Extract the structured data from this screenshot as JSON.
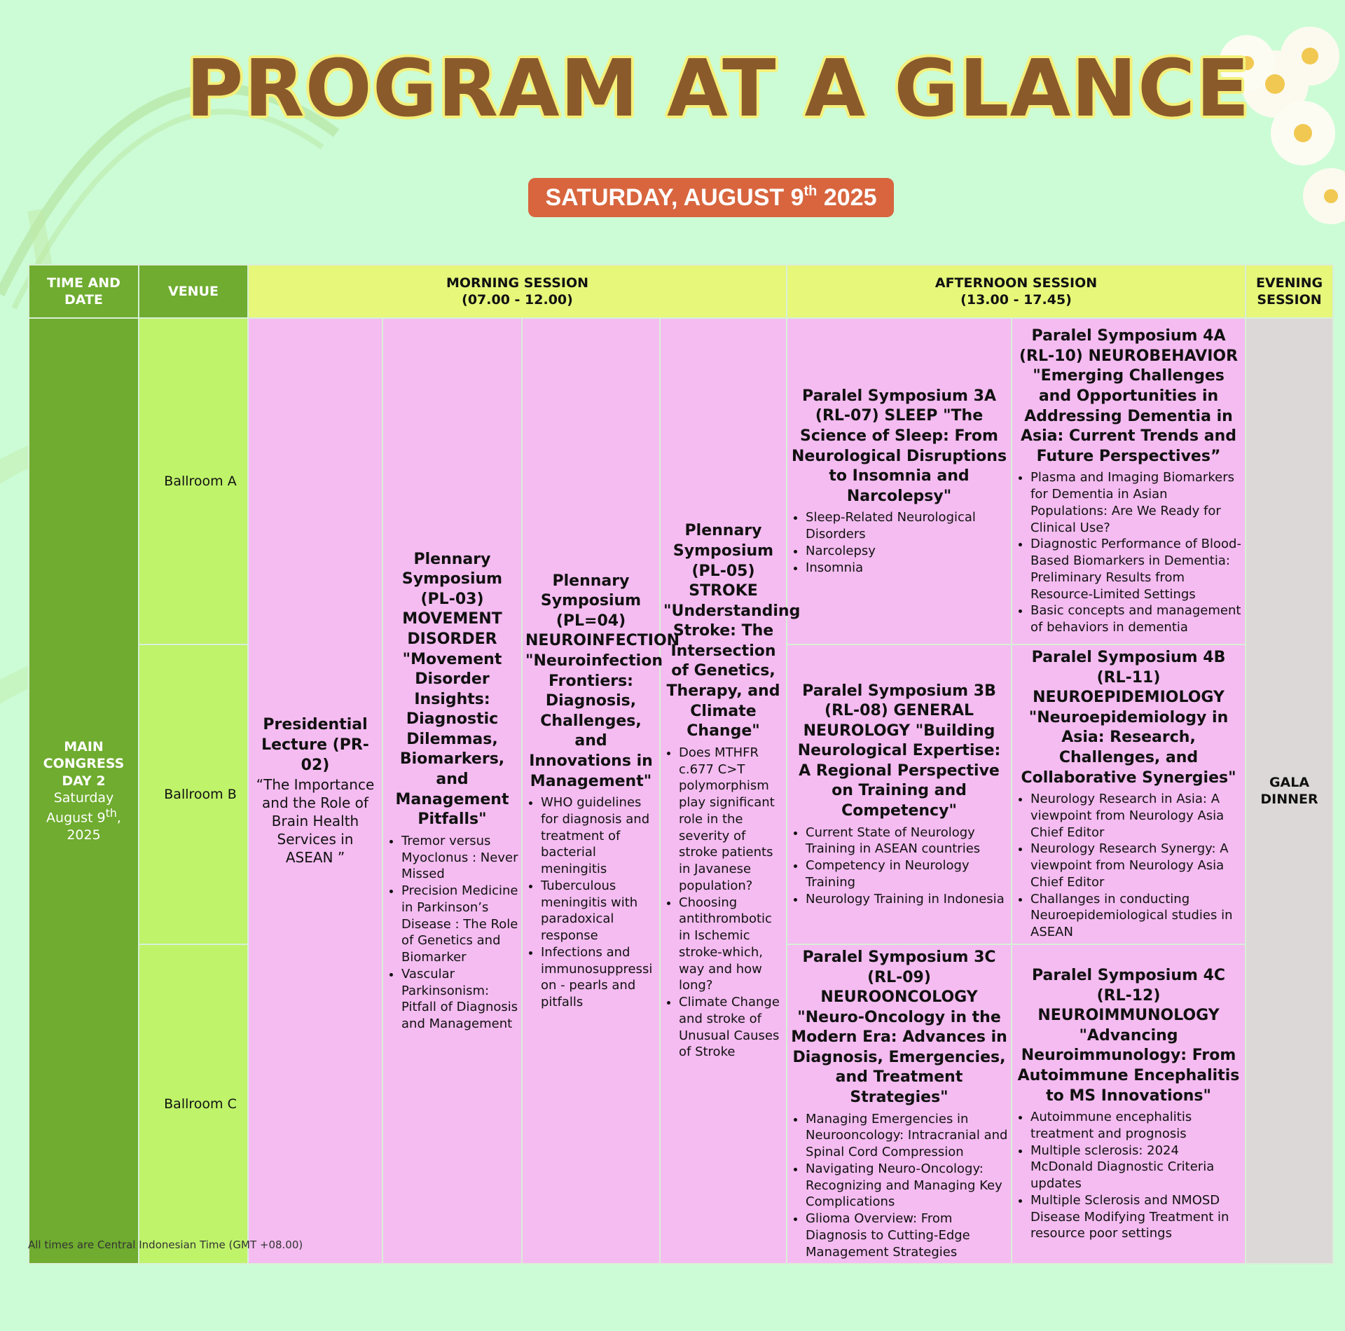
{
  "title": "PROGRAM AT A GLANCE",
  "date_badge": {
    "main": "SATURDAY, AUGUST 9",
    "sup": "th",
    "year": " 2025"
  },
  "headers": {
    "time_and_date": "TIME AND DATE",
    "venue": "VENUE",
    "morning": "MORNING SESSION",
    "morning_time": "(07.00 - 12.00)",
    "afternoon": "AFTERNOON SESSION",
    "afternoon_time": "(13.00 - 17.45)",
    "evening": "EVENING SESSION"
  },
  "day": {
    "line1": "MAIN CONGRESS DAY 2",
    "line2": "Saturday August 9",
    "sup": "th",
    "line3": ", 2025"
  },
  "venues": [
    "Ballroom A",
    "Ballroom B",
    "Ballroom C"
  ],
  "morning": [
    {
      "title": "Presidential Lecture (PR-02)",
      "sub": "“The Importance and the Role of Brain Health Services in ASEAN ”",
      "topics": []
    },
    {
      "title": "Plennary Symposium (PL-03) MOVEMENT DISORDER \"Movement Disorder Insights: Diagnostic Dilemmas, Biomarkers, and Management Pitfalls\"",
      "topics": [
        "Tremor versus Myoclonus : Never Missed",
        "Precision Medicine in Parkinson’s Disease : The Role of Genetics and Biomarker",
        "Vascular Parkinsonism: Pitfall of Diagnosis and Management"
      ]
    },
    {
      "title": "Plennary Symposium (PL=04) NEUROINFECTION \"Neuroinfection Frontiers: Diagnosis, Challenges, and Innovations in Management\"",
      "topics": [
        "WHO guidelines for diagnosis and treatment of bacterial meningitis",
        "Tuberculous meningitis with paradoxical response",
        "Infections and immunosuppressi on - pearls and pitfalls"
      ]
    },
    {
      "title": "Plennary Symposium (PL-05) STROKE \"Understanding Stroke: The Intersection of Genetics, Therapy, and Climate Change\"",
      "topics": [
        "Does MTHFR c.677 C>T polymorphism play significant role in the severity of stroke patients in Javanese population?",
        "Choosing antithrombotic in Ischemic stroke-which, way and how long?",
        "Climate Change and stroke of Unusual Causes of Stroke"
      ]
    }
  ],
  "afternoon": [
    {
      "col3": {
        "title": "Paralel Symposium 3A (RL-07) SLEEP \"The Science of Sleep: From Neurological Disruptions to Insomnia and Narcolepsy\"",
        "topics": [
          "Sleep-Related Neurological Disorders",
          "Narcolepsy",
          "Insomnia"
        ]
      },
      "col4": {
        "title": "Paralel Symposium 4A (RL-10) NEUROBEHAVIOR \"Emerging Challenges and Opportunities in Addressing Dementia in Asia: Current Trends and Future Perspectives”",
        "topics": [
          "Plasma and Imaging Biomarkers for Dementia in Asian Populations: Are We Ready for Clinical Use?",
          "Diagnostic Performance of Blood-Based Biomarkers in Dementia: Preliminary Results from Resource-Limited Settings",
          "Basic concepts and management of behaviors in dementia"
        ]
      }
    },
    {
      "col3": {
        "title": "Paralel Symposium 3B (RL-08) GENERAL NEUROLOGY \"Building Neurological Expertise: A Regional Perspective on Training and Competency\"",
        "topics": [
          "Current State of Neurology Training in ASEAN countries",
          "Competency in Neurology Training",
          "Neurology Training in Indonesia"
        ]
      },
      "col4": {
        "title": "Paralel Symposium 4B (RL-11) NEUROEPIDEMIOLOGY \"Neuroepidemiology in Asia: Research, Challenges, and Collaborative Synergies\"",
        "topics": [
          "Neurology Research in Asia: A viewpoint from Neurology Asia Chief Editor",
          "Neurology Research Synergy: A viewpoint from Neurology Asia Chief Editor",
          "Challanges in conducting Neuroepidemiological studies in ASEAN"
        ]
      }
    },
    {
      "col3": {
        "title": "Paralel Symposium 3C (RL-09) NEUROONCOLOGY \"Neuro-Oncology in the Modern Era: Advances in Diagnosis, Emergencies, and Treatment Strategies\"",
        "topics": [
          "Managing Emergencies in Neurooncology: Intracranial and Spinal Cord Compression",
          "Navigating Neuro-Oncology: Recognizing and Managing Key Complications",
          "Glioma Overview: From Diagnosis to Cutting-Edge Management Strategies"
        ]
      },
      "col4": {
        "title": "Paralel Symposium 4C (RL-12) NEUROIMMUNOLOGY \"Advancing Neuroimmunology: From Autoimmune Encephalitis to MS Innovations\"",
        "topics": [
          "Autoimmune encephalitis treatment and prognosis",
          "Multiple sclerosis: 2024 McDonald Diagnostic Criteria updates",
          "Multiple Sclerosis and NMOSD Disease Modifying Treatment in resource poor settings"
        ]
      }
    }
  ],
  "evening": "GALA DINNER",
  "footnote": "All times are Central Indonesian Time (GMT +08.00)",
  "colors": {
    "background": "#ccfcd6",
    "title": "#8b5a2b",
    "title_outline": "#f4f07a",
    "badge": "#d8653e",
    "header_green": "#6fac2f",
    "header_yellow": "#e6f77a",
    "venue": "#bff36a",
    "session": "#f4bcf0",
    "evening": "#ddd8d8"
  }
}
